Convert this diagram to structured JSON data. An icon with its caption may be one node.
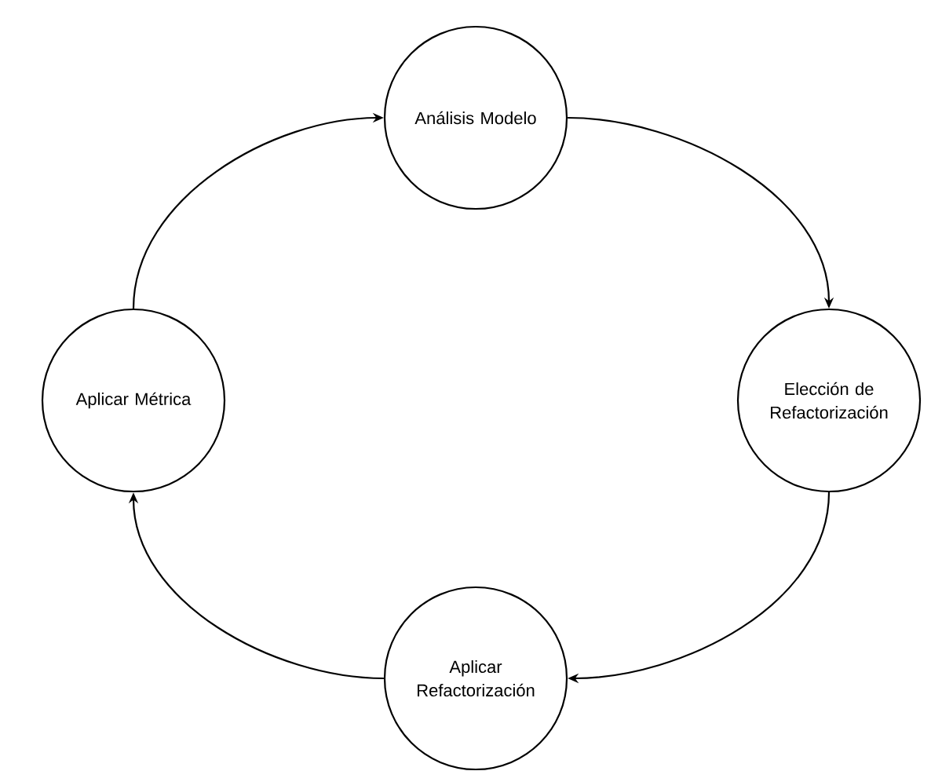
{
  "diagram": {
    "nodes": [
      {
        "text": [
          "Análisis Modelo"
        ]
      },
      {
        "text": [
          "Elección de Refactorización"
        ]
      },
      {
        "text": [
          "Aplicar Refactorización"
        ]
      },
      {
        "text": [
          "Aplicar Métrica"
        ]
      }
    ],
    "edges": [
      {
        "from": 0,
        "to": 1,
        "arrow": "to"
      },
      {
        "from": 1,
        "to": 2,
        "arrow": "to"
      },
      {
        "from": 2,
        "to": 3,
        "arrow": "to"
      },
      {
        "from": 3,
        "to": 0,
        "arrow": "to"
      }
    ]
  }
}
